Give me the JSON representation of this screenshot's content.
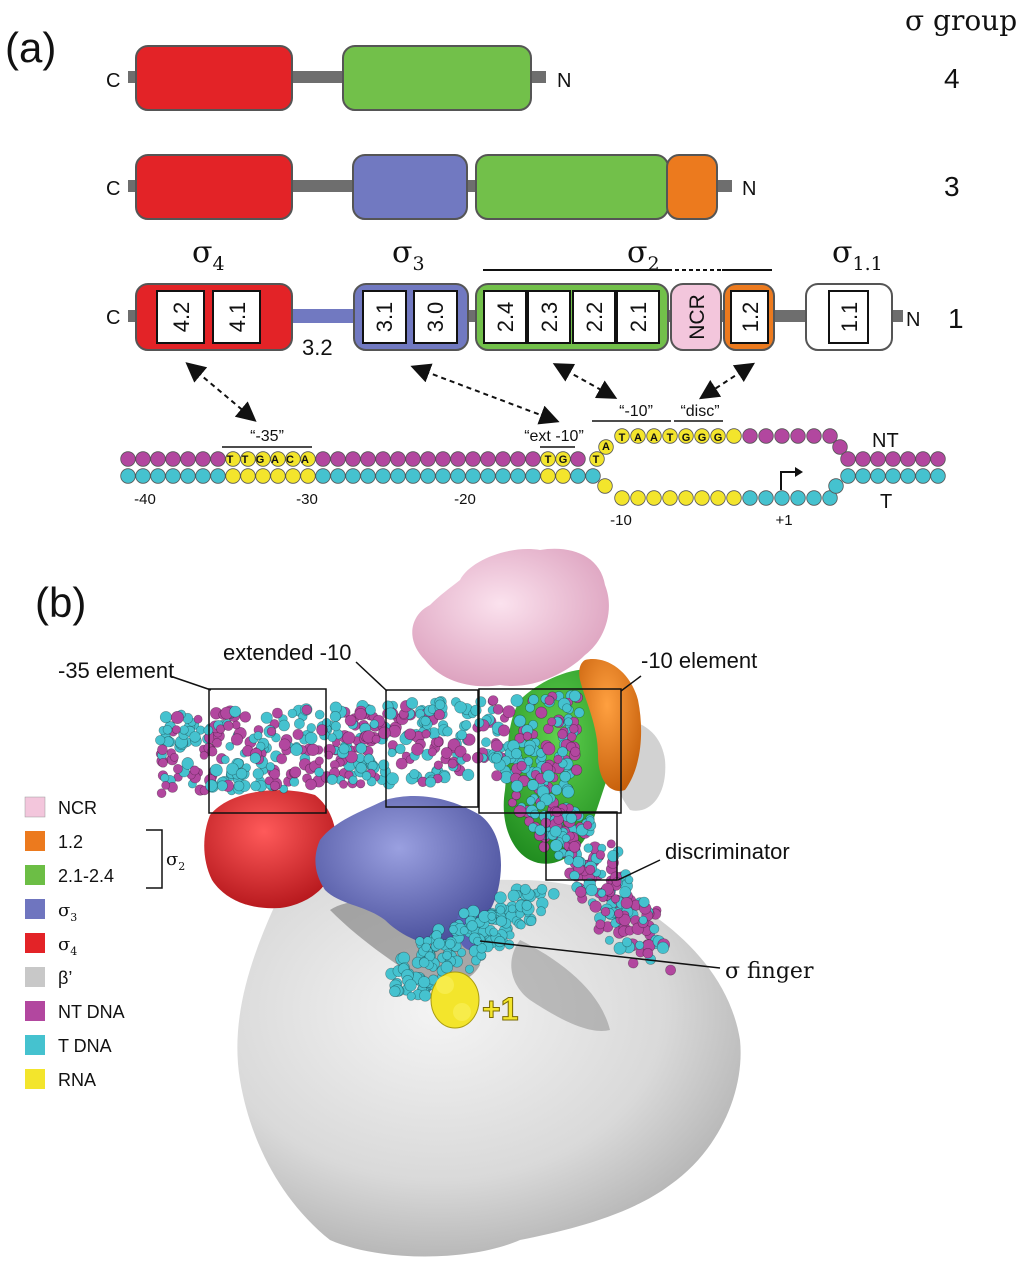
{
  "panel_a": {
    "label": "(a)",
    "sigma_group_header": "σ group",
    "c_terminus": "C",
    "n_terminus": "N",
    "rows": [
      {
        "group": "4"
      },
      {
        "group": "3"
      },
      {
        "group": "1"
      }
    ],
    "domain_titles": {
      "sigma4": {
        "sym": "σ",
        "sub": "4"
      },
      "sigma3": {
        "sym": "σ",
        "sub": "3"
      },
      "sigma2": {
        "sym": "σ",
        "sub": "2"
      },
      "sigma11": {
        "sym": "σ",
        "sub": "1.1"
      }
    },
    "regions": {
      "r42": "4.2",
      "r41": "4.1",
      "r32": "3.2",
      "r31": "3.1",
      "r30": "3.0",
      "r24": "2.4",
      "r23": "2.3",
      "r22": "2.2",
      "r21": "2.1",
      "ncr": "NCR",
      "r12": "1.2",
      "r11": "1.1"
    },
    "promoter": {
      "minus35_label": "“-35”",
      "ext10_label": "“ext -10”",
      "minus10_label": "“-10”",
      "disc_label": "“disc”",
      "minus35_seq": [
        "T",
        "T",
        "G",
        "A",
        "C",
        "A"
      ],
      "ext10_seq": [
        "T",
        "G"
      ],
      "minus10_seq": [
        "A",
        "T",
        "A",
        "A",
        "T"
      ],
      "disc_seq": [
        "G",
        "G",
        "G"
      ],
      "t_base": "T",
      "nt_strand": "NT",
      "t_strand": "T",
      "positions": {
        "p40": "-40",
        "p30": "-30",
        "p20": "-20",
        "p10": "-10",
        "p1": "+1"
      }
    }
  },
  "panel_b": {
    "label": "(b)",
    "callouts": {
      "minus35": "-35 element",
      "ext10": "extended -10",
      "minus10": "-10 element",
      "discriminator": "discriminator",
      "sigma_finger": "σ finger",
      "plus1": "+1"
    },
    "legend": [
      {
        "text": "NCR",
        "color": "#f3c6dc"
      },
      {
        "text": "1.2",
        "color": "#ec7a1e"
      },
      {
        "text": "2.1-2.4",
        "color": "#6cbe45"
      },
      {
        "text": "σ",
        "sub": "3",
        "color": "#6f75bf"
      },
      {
        "text": "σ",
        "sub": "4",
        "color": "#e32327"
      },
      {
        "text": "β’",
        "color": "#c8c8c8"
      },
      {
        "text": "NT DNA",
        "color": "#b2479f"
      },
      {
        "text": "T DNA",
        "color": "#45c2cf"
      },
      {
        "text": "RNA",
        "color": "#f3e52c"
      }
    ],
    "legend_bracket": {
      "sym": "σ",
      "sub": "2"
    }
  },
  "colors": {
    "red": "#e32327",
    "green": "#72c04a",
    "blue": "#7179c1",
    "orange": "#ec7a1e",
    "pink": "#f3c6dc",
    "purple": "#b2479f",
    "cyan": "#45c2cf",
    "yellow": "#f3e52c",
    "linker": "#6e6e6e"
  }
}
